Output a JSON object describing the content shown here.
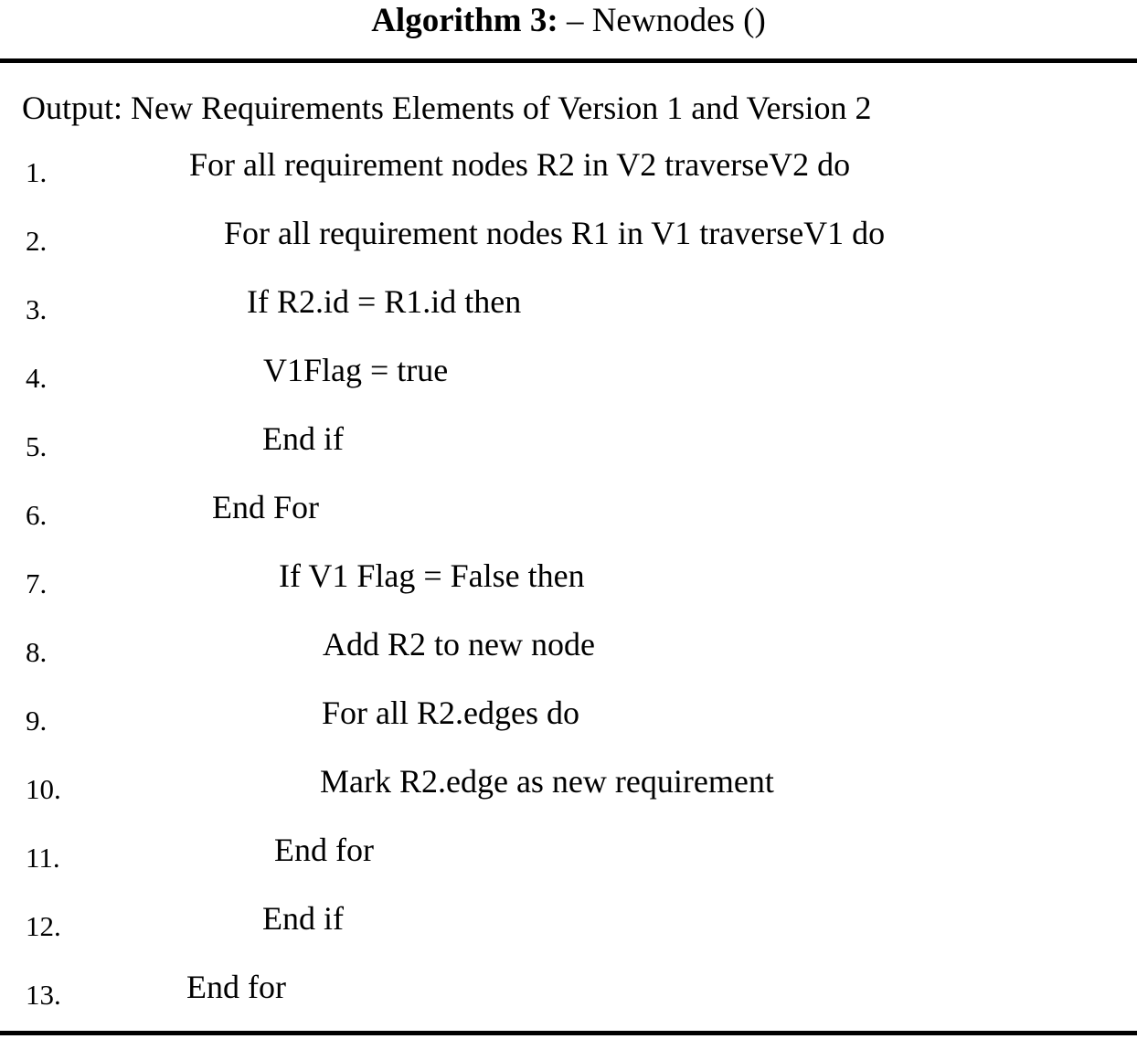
{
  "figure": {
    "title_label": "Algorithm 3:",
    "title_rest": " – Newnodes ()",
    "output_line": "Output: New Requirements Elements of Version 1 and Version 2",
    "rule_color": "#000000",
    "text_color": "#000000",
    "background_color": "#ffffff"
  },
  "steps": [
    {
      "num": "1.",
      "text": "For all requirement nodes R2 in V2 traverseV2 do",
      "indent": 207
    },
    {
      "num": "2.",
      "text": "For all requirement nodes R1 in V1 traverseV1 do",
      "indent": 245
    },
    {
      "num": "3.",
      "text": "If R2.id = R1.id then",
      "indent": 270
    },
    {
      "num": "4.",
      "text": "V1Flag = true",
      "indent": 288
    },
    {
      "num": "5.",
      "text": "End if",
      "indent": 287
    },
    {
      "num": "6.",
      "text": "End For",
      "indent": 232
    },
    {
      "num": "7.",
      "text": "If V1 Flag = False then",
      "indent": 305
    },
    {
      "num": "8.",
      "text": "Add R2 to new node",
      "indent": 353
    },
    {
      "num": "9.",
      "text": "For all R2.edges do",
      "indent": 352
    },
    {
      "num": "10.",
      "text": "Mark R2.edge as new requirement",
      "indent": 350
    },
    {
      "num": "11.",
      "text": "End for",
      "indent": 300
    },
    {
      "num": "12.",
      "text": "End if",
      "indent": 287
    },
    {
      "num": "13.",
      "text": "End for",
      "indent": 204
    }
  ]
}
